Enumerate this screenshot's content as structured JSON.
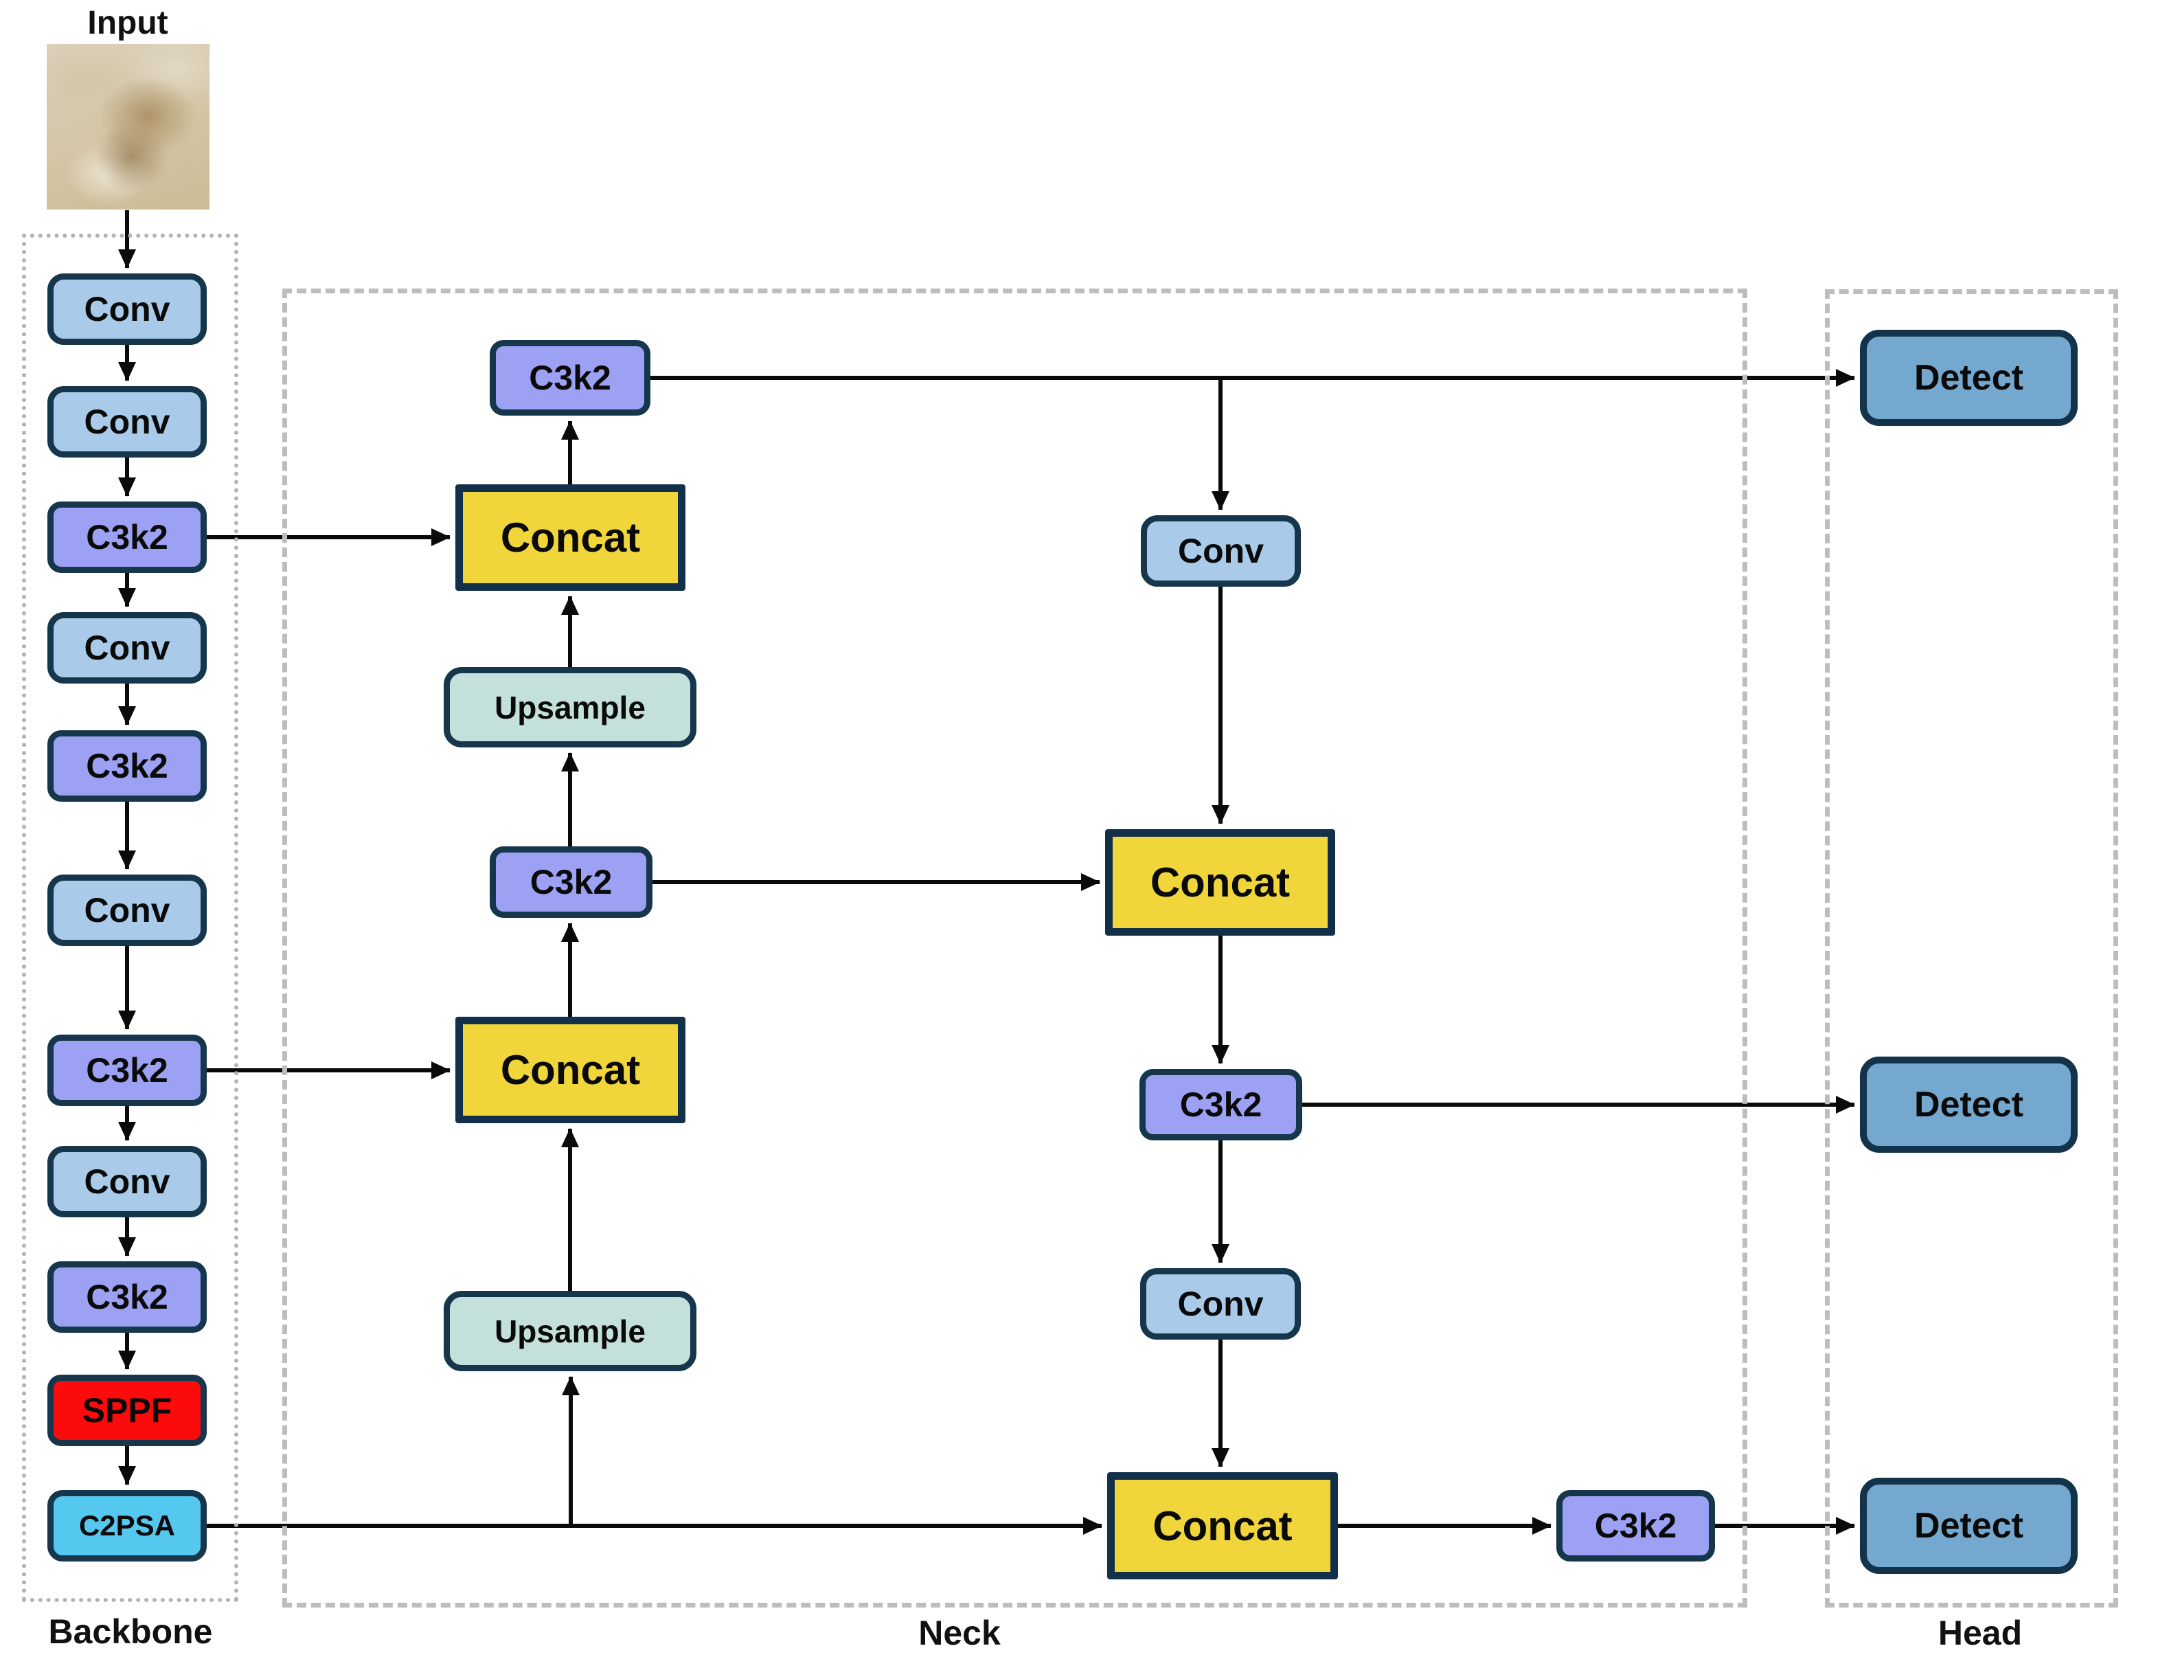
{
  "input": {
    "label": "Input"
  },
  "sections": {
    "backbone": {
      "label": "Backbone"
    },
    "neck": {
      "label": "Neck"
    },
    "head": {
      "label": "Head"
    }
  },
  "backbone": {
    "blocks": [
      {
        "label": "Conv"
      },
      {
        "label": "Conv"
      },
      {
        "label": "C3k2"
      },
      {
        "label": "Conv"
      },
      {
        "label": "C3k2"
      },
      {
        "label": "Conv"
      },
      {
        "label": "C3k2"
      },
      {
        "label": "Conv"
      },
      {
        "label": "C3k2"
      },
      {
        "label": "SPPF"
      },
      {
        "label": "C2PSA"
      }
    ]
  },
  "neck": {
    "left_column": [
      {
        "label": "C3k2"
      },
      {
        "label": "Concat"
      },
      {
        "label": "Upsample"
      },
      {
        "label": "C3k2"
      },
      {
        "label": "Concat"
      },
      {
        "label": "Upsample"
      }
    ],
    "right_column": [
      {
        "label": "Conv"
      },
      {
        "label": "Concat"
      },
      {
        "label": "C3k2"
      },
      {
        "label": "Conv"
      },
      {
        "label": "Concat"
      },
      {
        "label": "C3k2"
      }
    ]
  },
  "head": {
    "blocks": [
      {
        "label": "Detect"
      },
      {
        "label": "Detect"
      },
      {
        "label": "Detect"
      }
    ]
  },
  "palette": {
    "conv_fill": "#A9CBE9",
    "c3k2_fill": "#9CA1F4",
    "concat_fill": "#F1D63B",
    "upsample_fill": "#C3E0DA",
    "sppf_fill": "#FB0B0B",
    "c2psa_fill": "#55C8F0",
    "detect_fill": "#75A8CF",
    "node_border": "#16364C",
    "edge_color": "#000000",
    "frame_gray": "#B3B3B3"
  }
}
